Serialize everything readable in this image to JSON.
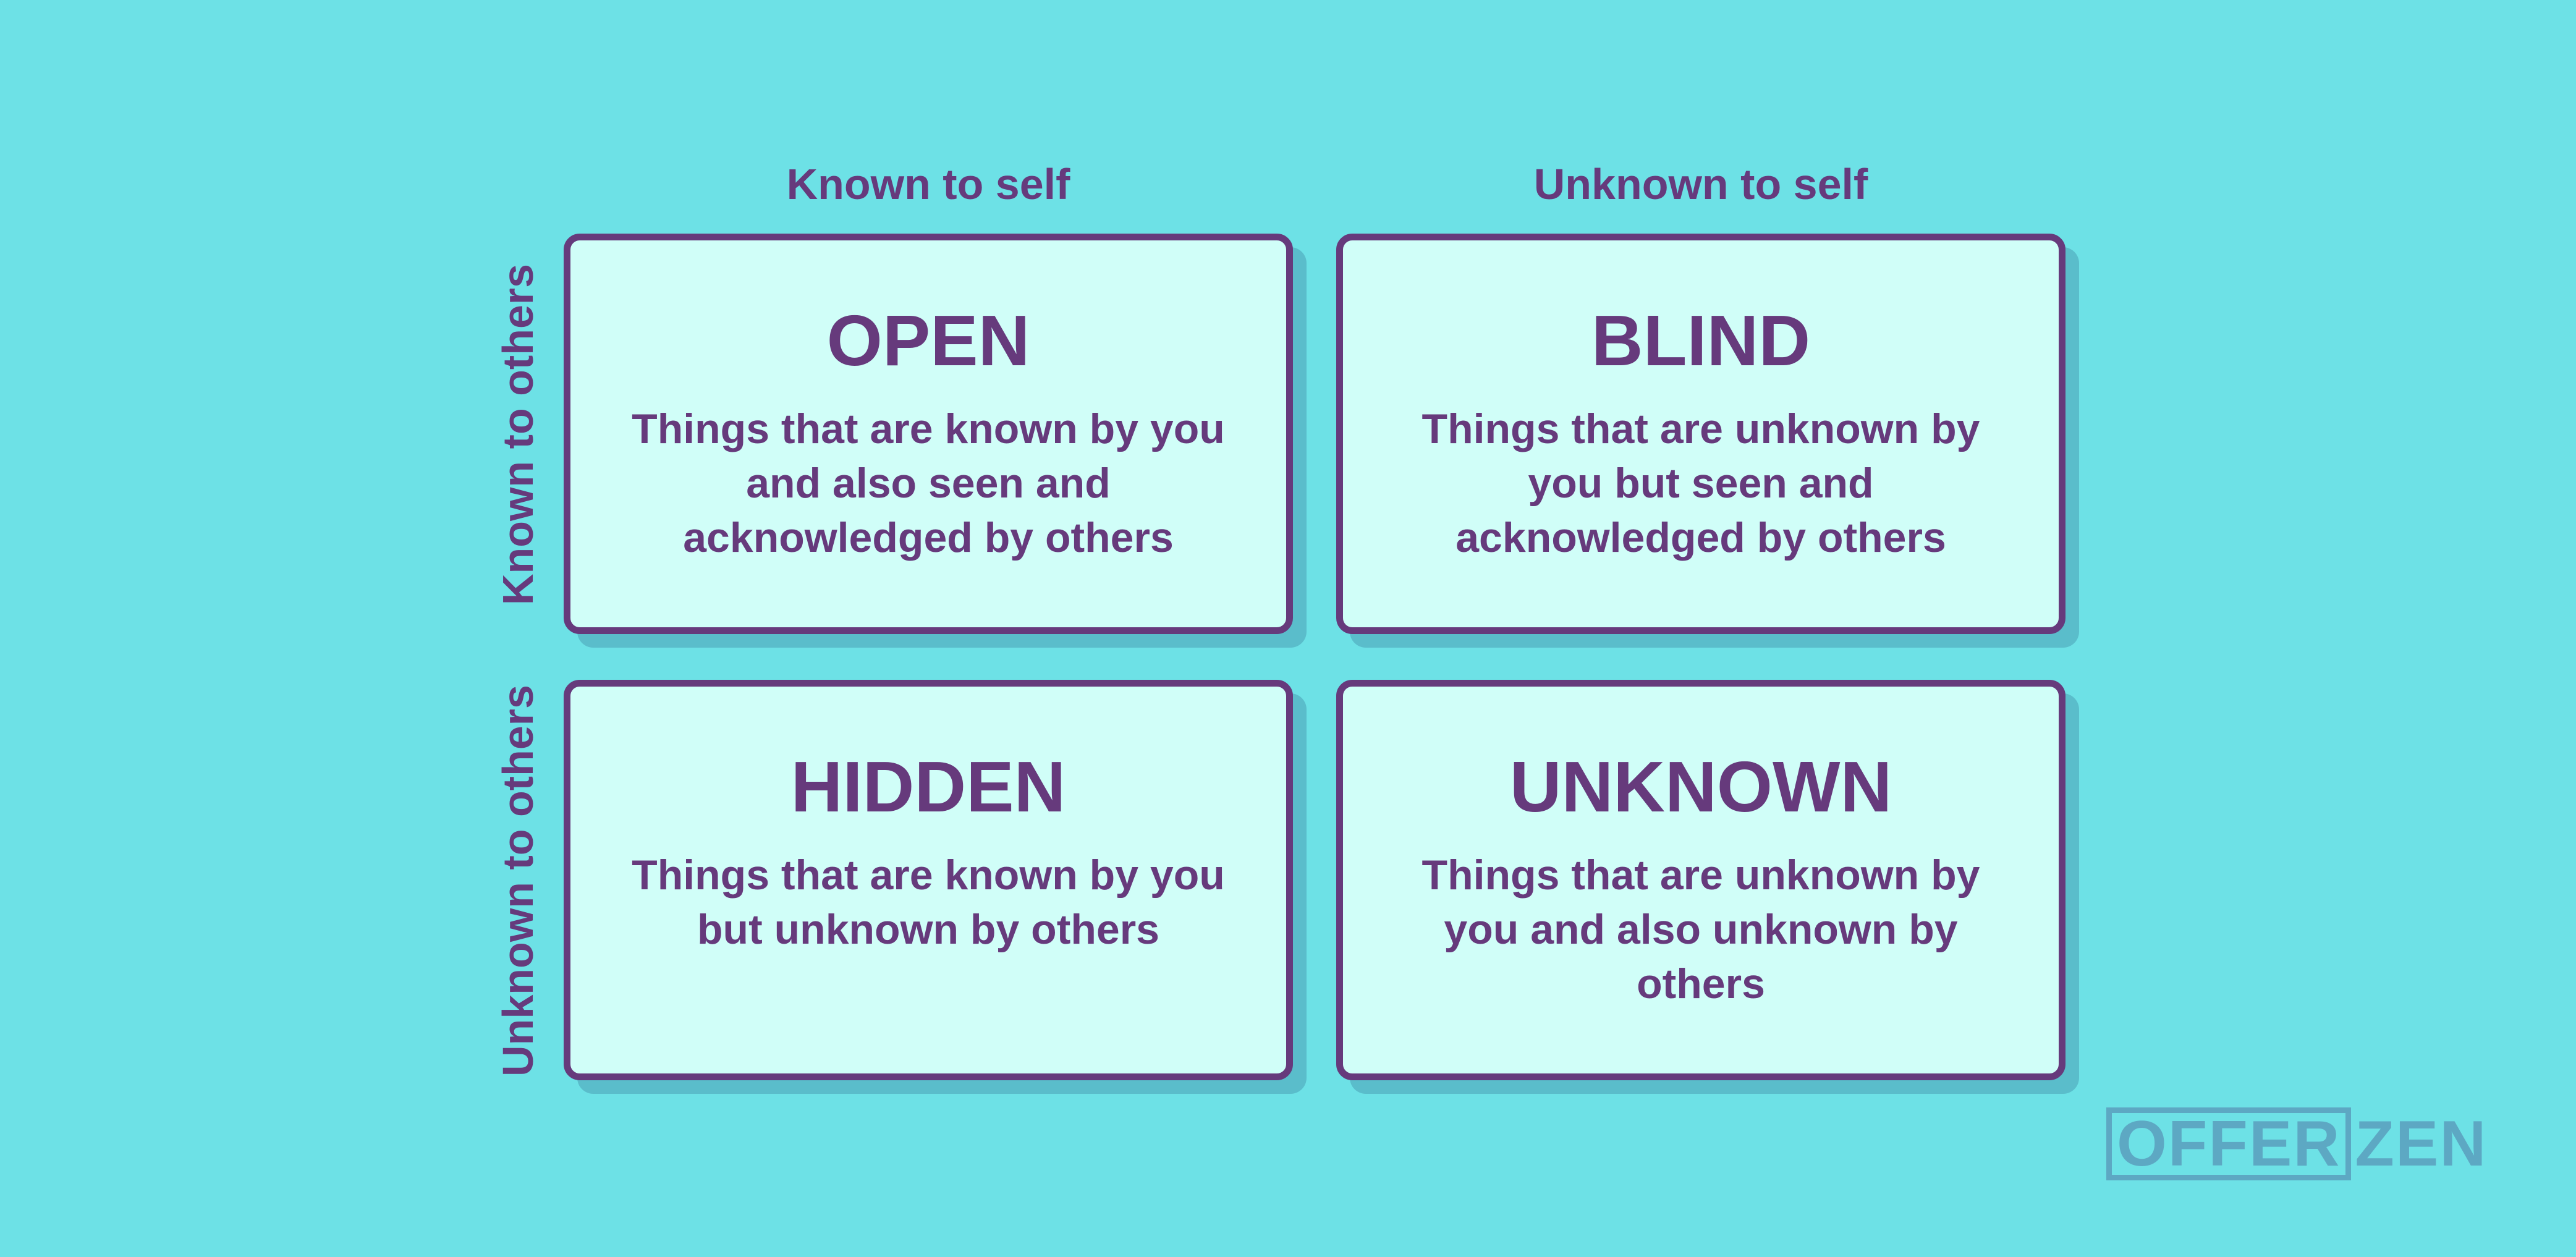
{
  "axes": {
    "columns": [
      "Known to self",
      "Unknown to self"
    ],
    "rows": [
      "Known to others",
      "Unknown to others"
    ]
  },
  "quadrants": [
    {
      "title": "OPEN",
      "description": "Things that are known by you and also seen and acknowledged by others"
    },
    {
      "title": "BLIND",
      "description": "Things that are unknown by you but seen and acknowledged by others"
    },
    {
      "title": "HIDDEN",
      "description": "Things that are known by you but unknown by others"
    },
    {
      "title": "UNKNOWN",
      "description": "Things that are unknown by you and also unknown by others"
    }
  ],
  "logo": {
    "boxed": "OFFER",
    "tail": "ZEN"
  },
  "colors": {
    "background": "#6de1e6",
    "card_fill": "#d0fef8",
    "card_border": "#663a7c",
    "text": "#663a7c",
    "logo": "#5da8c3",
    "shadow": "#5abdcb"
  }
}
